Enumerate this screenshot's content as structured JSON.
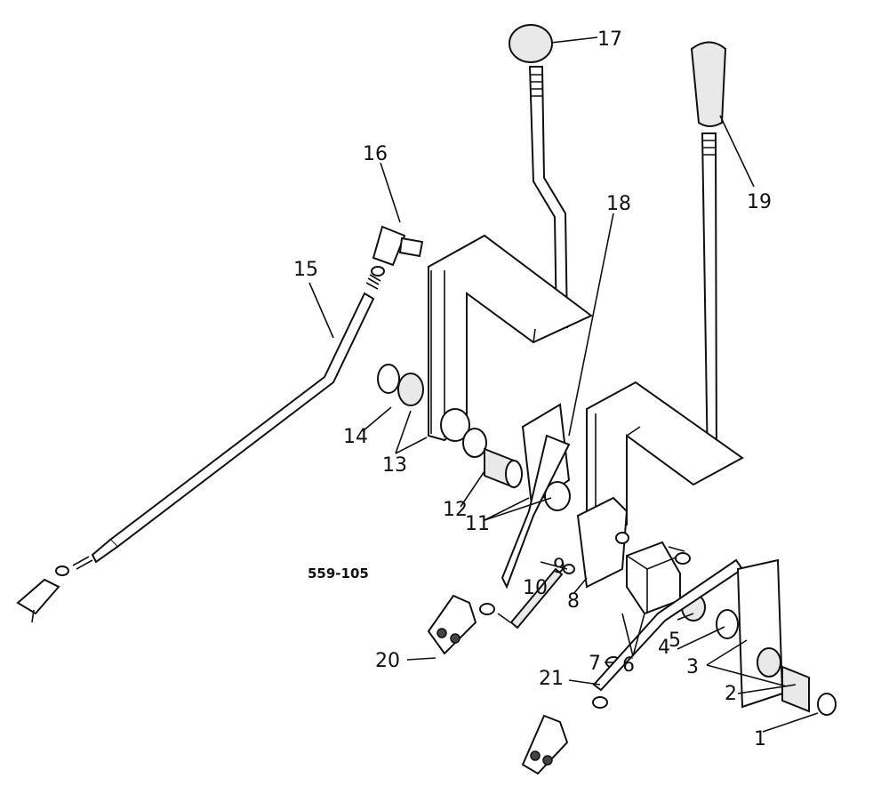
{
  "drawing_number": "559-105",
  "callouts": [
    "1",
    "2",
    "3",
    "4",
    "5",
    "6",
    "7",
    "8",
    "9",
    "10",
    "11",
    "12",
    "13",
    "14",
    "15",
    "16",
    "17",
    "18",
    "19",
    "20",
    "21"
  ]
}
